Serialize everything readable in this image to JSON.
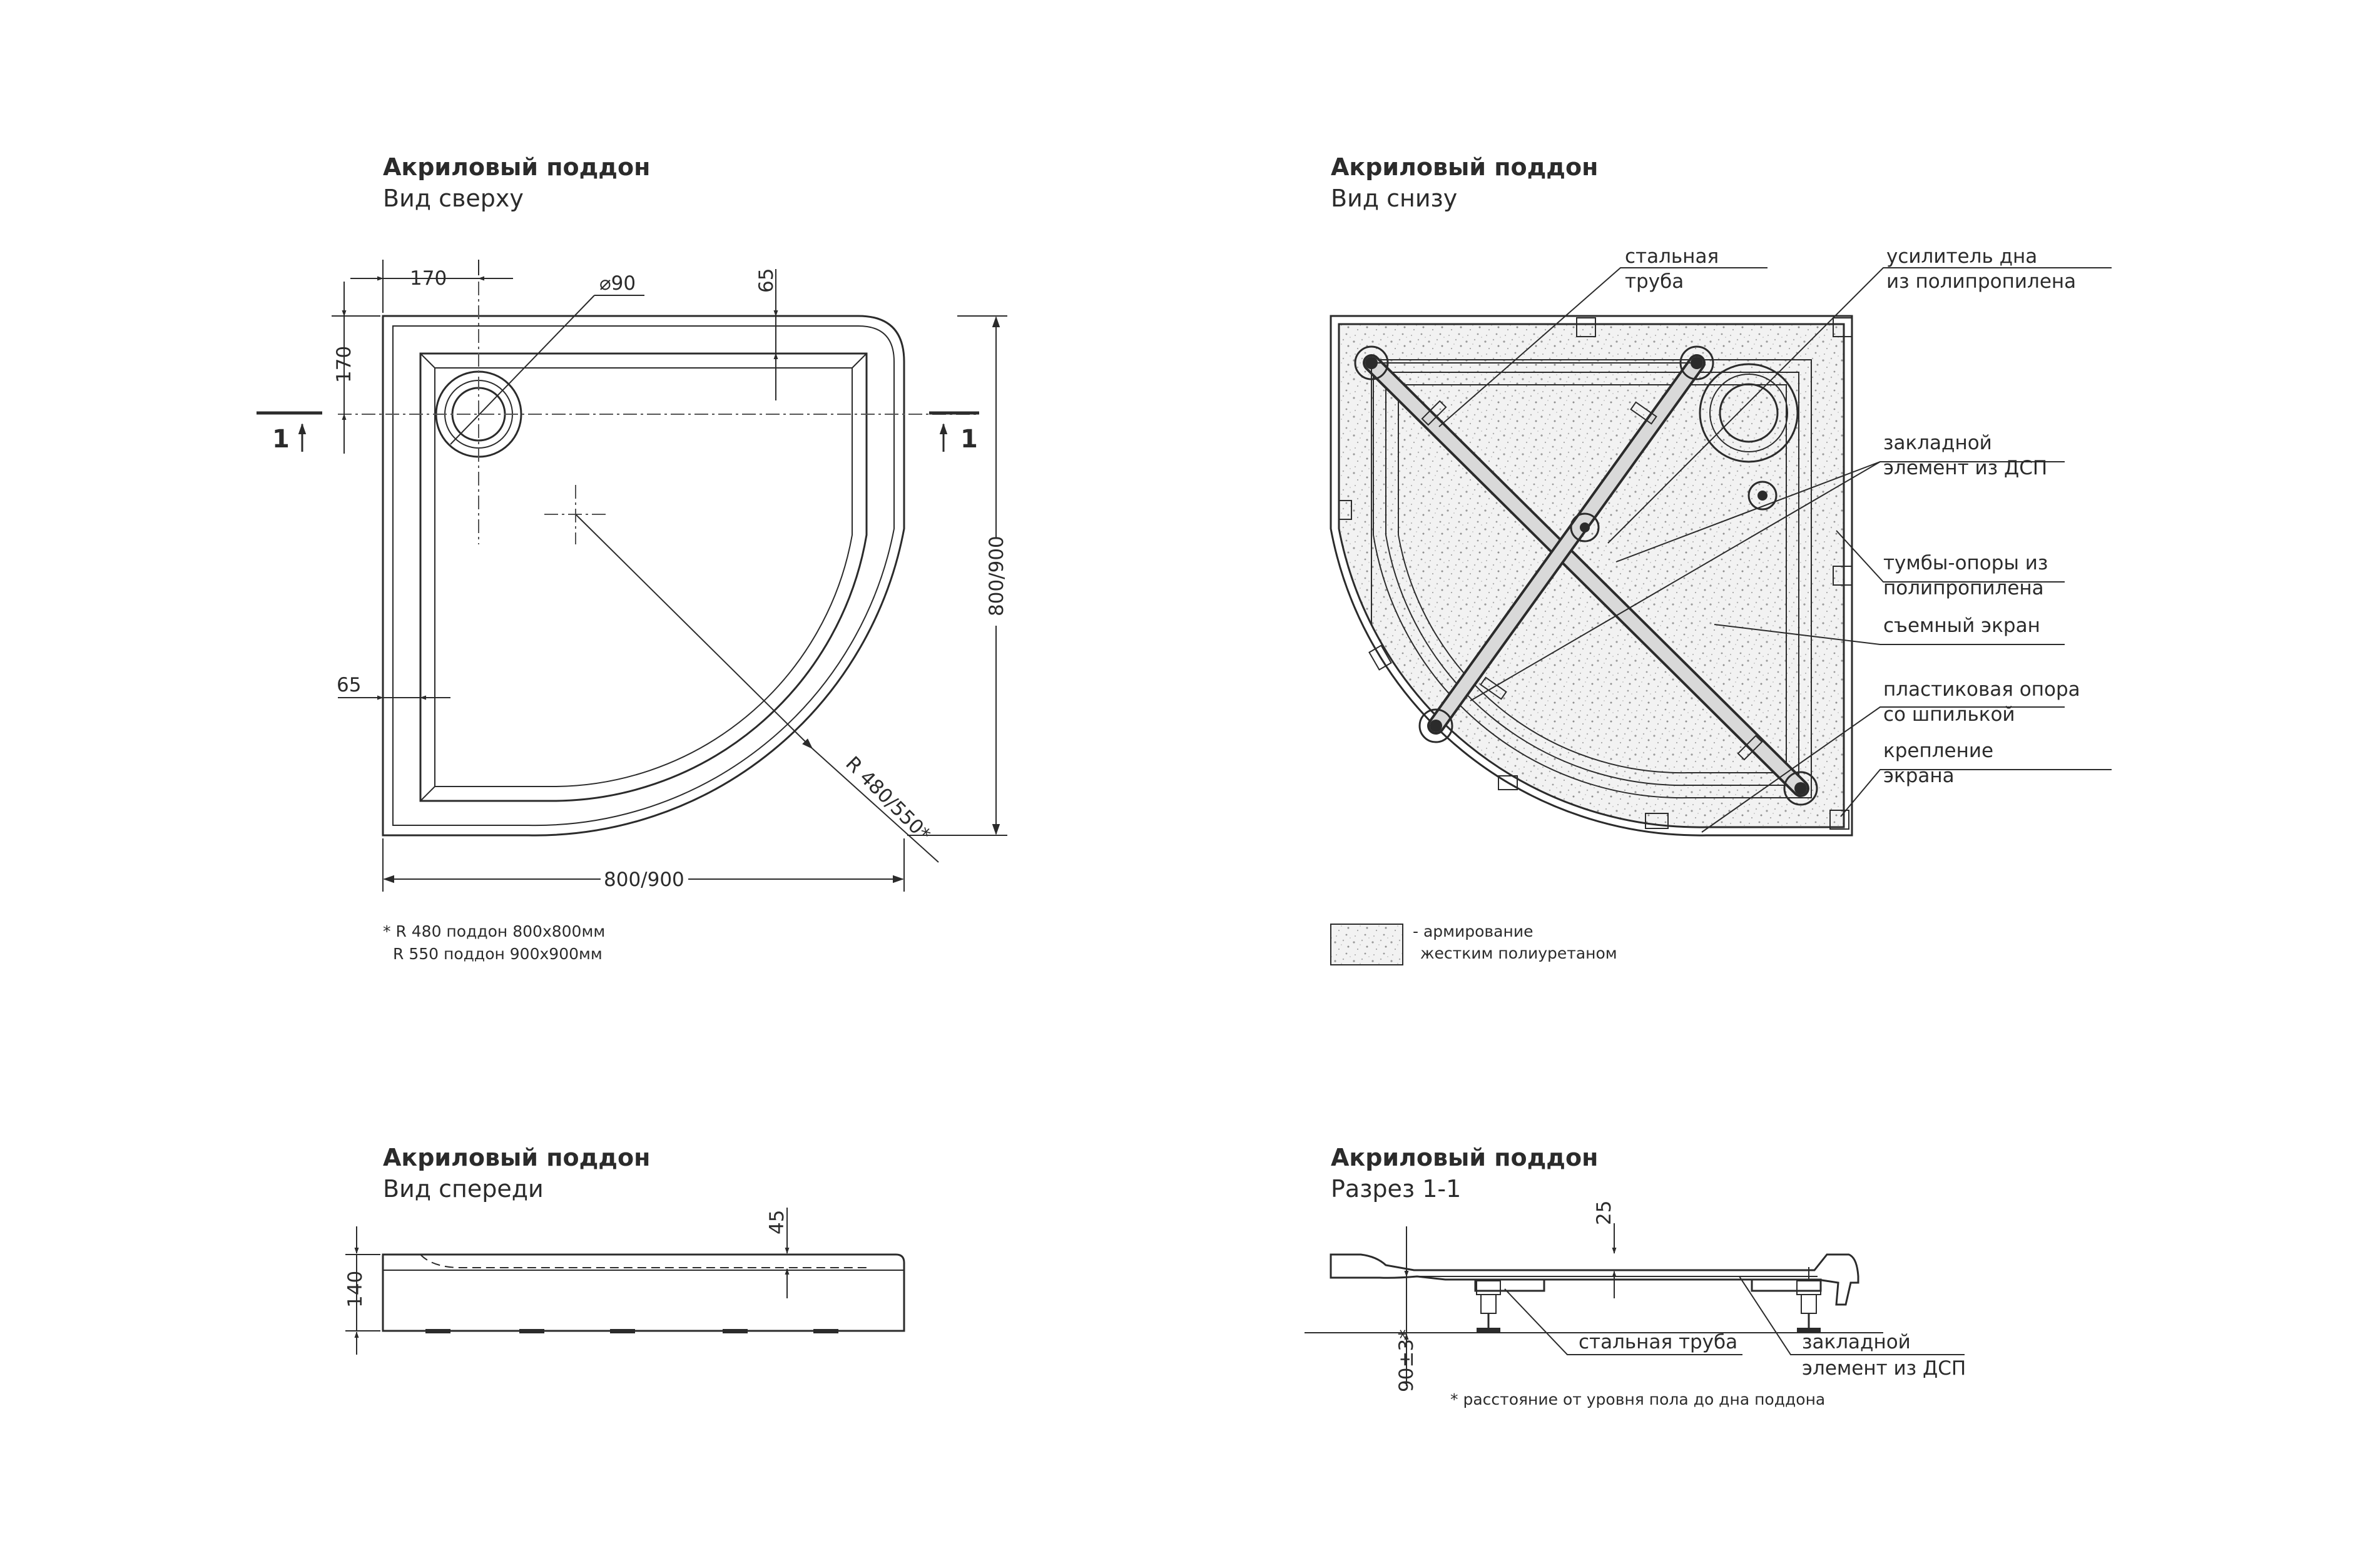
{
  "views": {
    "top": {
      "title": "Акриловый поддон",
      "subtitle": "Вид сверху"
    },
    "bottom": {
      "title": "Акриловый поддон",
      "subtitle": "Вид снизу"
    },
    "front": {
      "title": "Акриловый поддон",
      "subtitle": "Вид спереди"
    },
    "section": {
      "title": "Акриловый поддон",
      "subtitle": "Разрез 1-1"
    }
  },
  "top_view": {
    "dim_170_h": "170",
    "dim_diameter": "⌀90",
    "dim_65_top": "65",
    "dim_170_v": "170",
    "dim_65_left": "65",
    "dim_height": "800/900",
    "dim_width": "800/900",
    "dim_radius": "R 480/550*",
    "section_mark": "1",
    "note_line1": "* R 480 поддон 800х800мм",
    "note_line2": "R 550 поддон 900х900мм"
  },
  "bottom_view": {
    "labels": {
      "steel_pipe_1": "стальная",
      "steel_pipe_2": "труба",
      "reinforcer_1": "усилитель дна",
      "reinforcer_2": "из полипропилена",
      "embedded_1": "закладной",
      "embedded_2": "элемент из ДСП",
      "pedestal_1": "тумбы-опоры из",
      "pedestal_2": "полипропилена",
      "screen": "съемный экран",
      "plastic_1": "пластиковая опора",
      "plastic_2": "со шпилькой",
      "mount_1": "крепление",
      "mount_2": "экрана"
    },
    "legend_1": "- армирование",
    "legend_2": "жестким полиуретаном"
  },
  "front_view": {
    "dim_45": "45",
    "dim_140": "140"
  },
  "section_view": {
    "dim_25": "25",
    "dim_90": "90±3*",
    "label_pipe": "стальная труба",
    "label_embedded_1": "закладной",
    "label_embedded_2": "элемент из ДСП",
    "footnote": "* расстояние от уровня пола до дна поддона"
  }
}
